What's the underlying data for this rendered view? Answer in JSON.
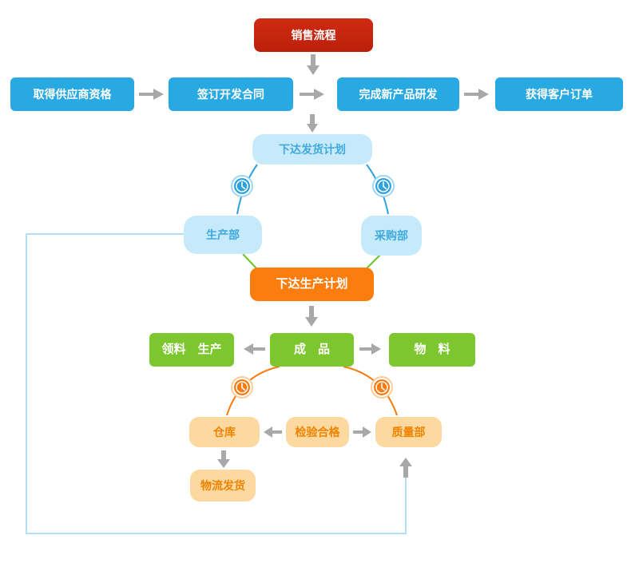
{
  "diagram": {
    "type": "flowchart",
    "nodes": {
      "sales": {
        "label": "销售流程"
      },
      "supplier": {
        "label": "取得供应商资格"
      },
      "contract": {
        "label": "签订开发合同"
      },
      "rnd": {
        "label": "完成新产品研发"
      },
      "order": {
        "label": "获得客户订单"
      },
      "delivery_plan": {
        "label": "下达发货计划"
      },
      "production_dept": {
        "label": "生产部"
      },
      "purchasing_dept": {
        "label": "采购部"
      },
      "production_plan": {
        "label": "下达生产计划"
      },
      "picking": {
        "label": "领料　生产"
      },
      "finished": {
        "label": "成　品"
      },
      "materials": {
        "label": "物　料"
      },
      "warehouse": {
        "label": "仓库"
      },
      "inspection": {
        "label": "检验合格"
      },
      "quality": {
        "label": "质量部"
      },
      "logistics": {
        "label": "物流发货"
      }
    },
    "icons": {
      "clock_blue": "clock-icon",
      "clock_orange": "clock-icon"
    },
    "colors": {
      "red_node": "#c2250e",
      "blue_node": "#29a9e1",
      "light_blue_fill": "#c7eafb",
      "light_blue_text": "#3fa9de",
      "orange_node": "#fa7d0e",
      "green_node": "#7cc62e",
      "tan_fill": "#fbd9a0",
      "tan_text": "#f08300",
      "gray_arrow": "#a8a8a8",
      "blue_line": "#2ea2db",
      "green_line": "#6cc22f",
      "orange_line": "#f97b0d",
      "loop_line": "#b3dff5"
    }
  }
}
